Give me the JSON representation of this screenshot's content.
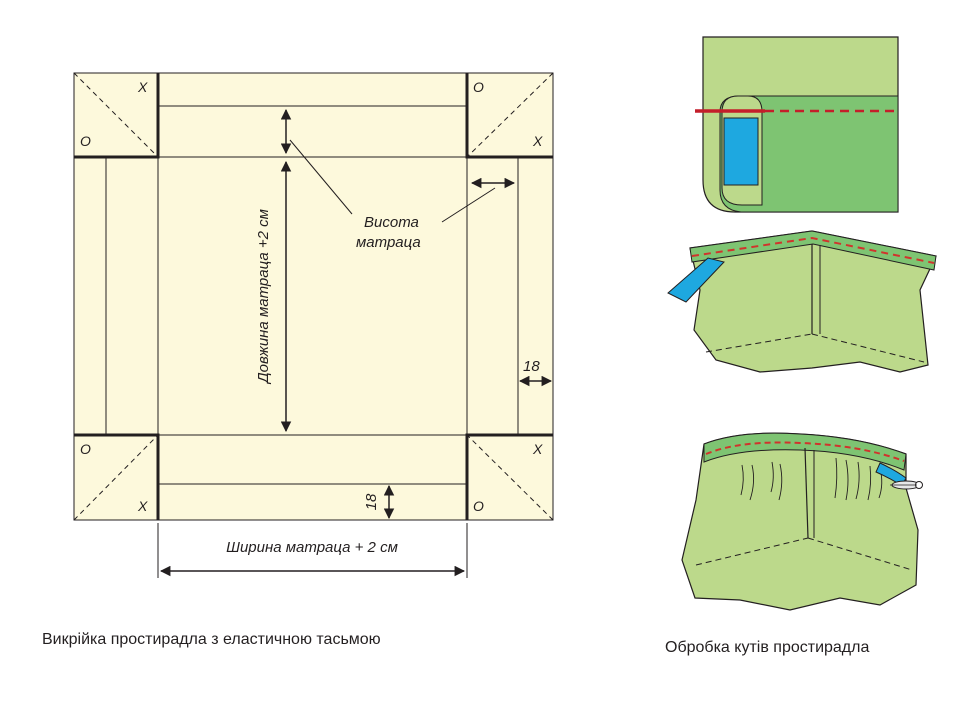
{
  "pattern": {
    "corner_x": "X",
    "corner_o": "O",
    "height_label_line1": "Висота",
    "height_label_line2": "матраца",
    "length_label": "Довжина матраца +2 см",
    "width_label": "Ширина матраца + 2 см",
    "elastic_allowance_right": "18",
    "elastic_allowance_bottom": "18",
    "caption": "Викрійка простирадла з еластичною тасьмою"
  },
  "corners": {
    "caption": "Обробка кутів простирадла"
  },
  "colors": {
    "pattern_fill": "#fdf9dc",
    "fabric_green": "#b8d98a",
    "fabric_dark_green": "#7ec472",
    "stitch_red": "#d0342c",
    "elastic_blue": "#1ea8e0"
  }
}
